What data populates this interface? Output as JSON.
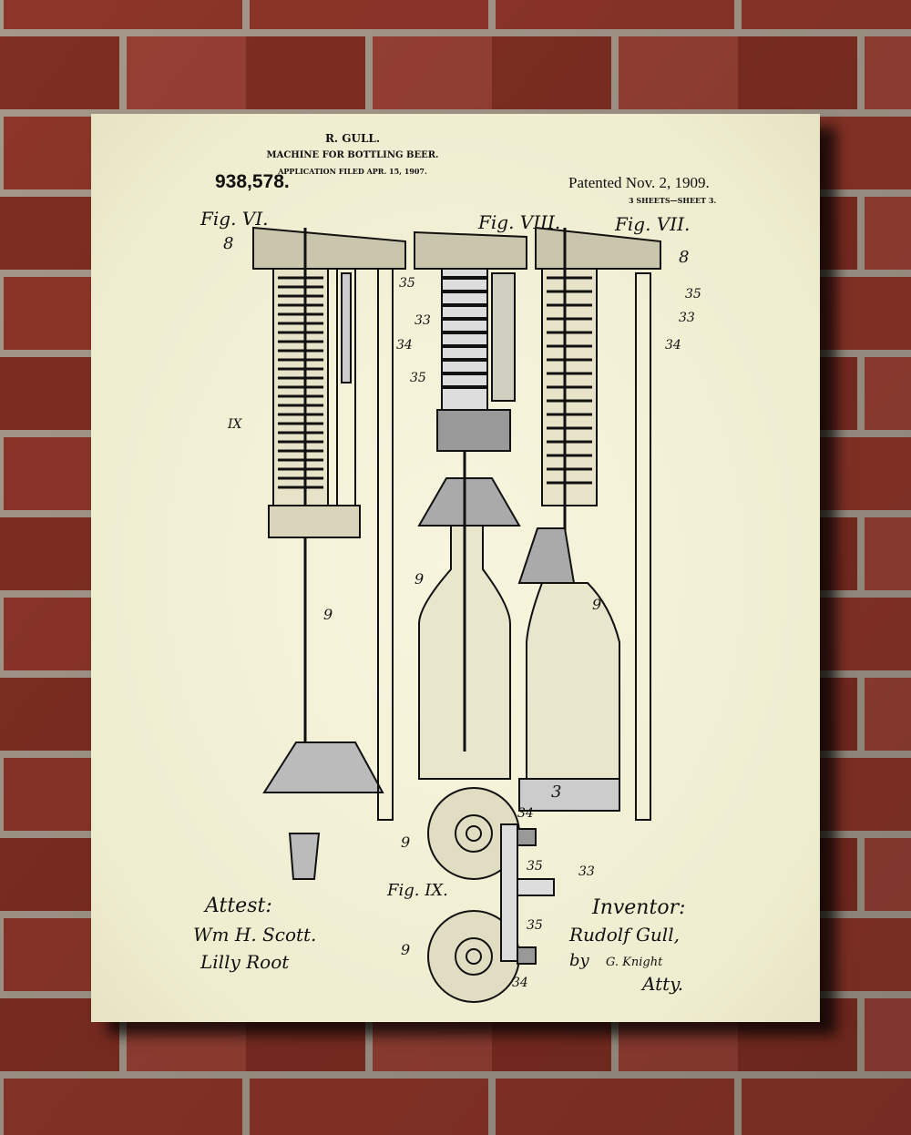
{
  "header": {
    "inventor_name": "R. GULL.",
    "title": "MACHINE FOR BOTTLING BEER.",
    "application_filed": "APPLICATION FILED APR. 15, 1907.",
    "patent_number": "938,578.",
    "patented_date": "Patented Nov. 2, 1909.",
    "sheets": "3 SHEETS—SHEET 3."
  },
  "figures": {
    "fig6": "Fig. VI.",
    "fig7": "Fig. VII.",
    "fig8": "Fig. VIII.",
    "fig9": "Fig. IX."
  },
  "reference_numerals": {
    "n8": "8",
    "n9": "9",
    "n3": "3",
    "n33": "33",
    "n34": "34",
    "n35": "35",
    "n9mark": "IX"
  },
  "signatures": {
    "attest_label": "Attest:",
    "witness1": "Wm H. Scott.",
    "witness2": "Lilly Root",
    "inventor_label": "Inventor:",
    "inventor": "Rudolf Gull,",
    "by": "by",
    "attorney": "G. Knight",
    "atty": "Atty."
  },
  "colors": {
    "paper": "#f4f2d6",
    "ink": "#111111",
    "brick": "#9c3a2c",
    "mortar": "#bdb2a4"
  }
}
